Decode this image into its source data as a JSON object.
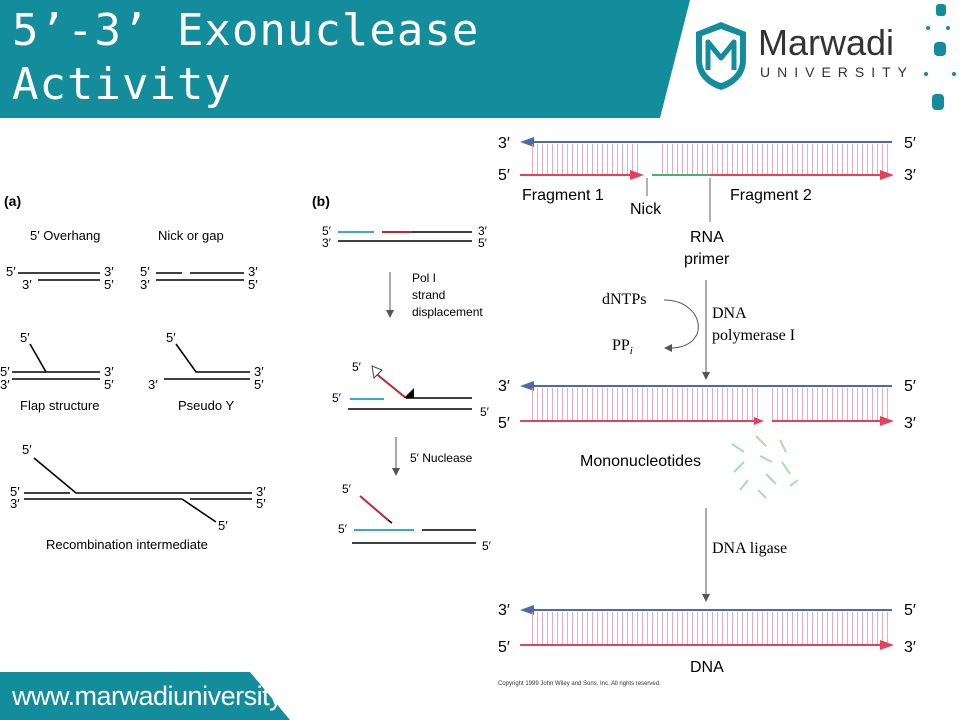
{
  "slide": {
    "title_line1": "5’-3’ Exonuclease",
    "title_line2": "Activity",
    "logo_name": "Marwadi",
    "logo_sub": "UNIVERSITY",
    "footer_url": "www.marwadiuniversity.ac.in",
    "colors": {
      "teal": "#138c9c",
      "blue_strand": "#4a6aa8",
      "red_strand": "#e8405a",
      "rna_green": "#4caf6e",
      "cyan_segment": "#3aa6d8",
      "dark_red_segment": "#c0282c"
    }
  },
  "panel_a": {
    "tag": "(a)",
    "overhang": "5′ Overhang",
    "nick_gap": "Nick or gap",
    "flap": "Flap structure",
    "pseudo_y": "Pseudo Y",
    "recombination": "Recombination intermediate",
    "five_prime": "5′",
    "three_prime": "3′"
  },
  "panel_b": {
    "tag": "(b)",
    "step1": [
      "Pol I",
      "strand",
      "displacement"
    ],
    "step2": "5′ Nuclease",
    "five_prime": "5′",
    "three_prime": "3′"
  },
  "panel_c": {
    "three": "3′",
    "five": "5′",
    "fragment1": "Fragment 1",
    "fragment2": "Fragment 2",
    "nick": "Nick",
    "rna_primer": [
      "RNA",
      "primer"
    ],
    "dntps": "dNTPs",
    "ppi": "PP",
    "ppi_sub": "i",
    "polymerase": [
      "DNA",
      "polymerase I"
    ],
    "mononucleotides": "Mononucleotides",
    "ligase": "DNA ligase",
    "dna": "DNA",
    "copyright": "Copyright 1999 John Wiley and Sons, Inc. All rights reserved."
  }
}
